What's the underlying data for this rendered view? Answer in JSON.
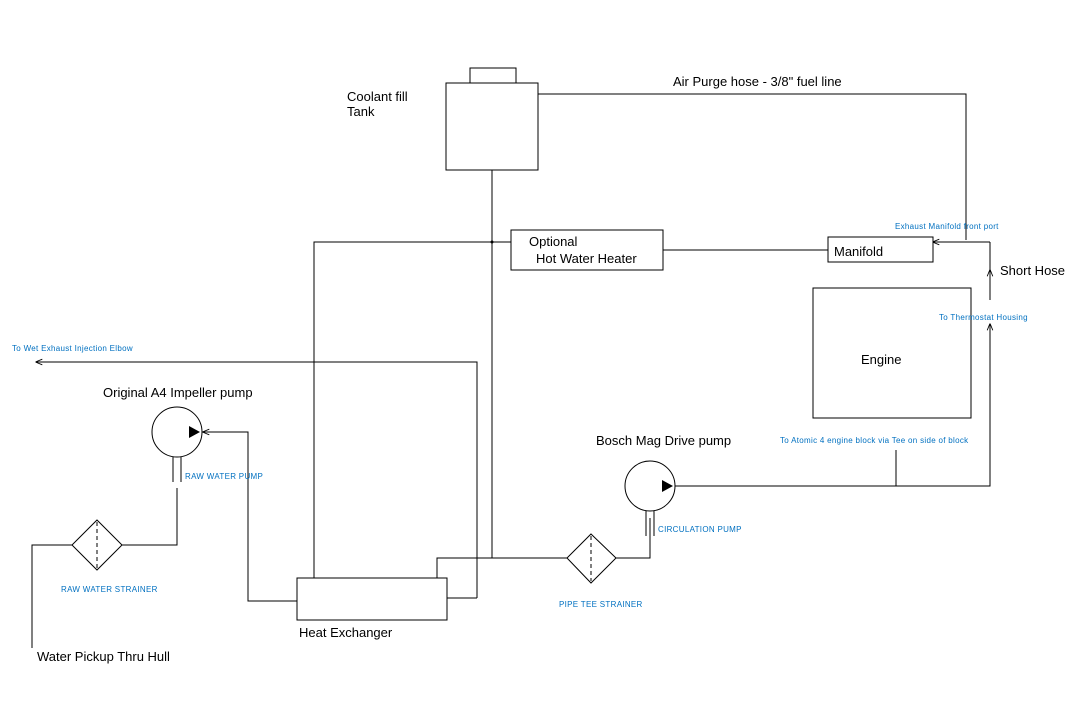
{
  "components": {
    "coolant_tank": [
      "Coolant fill",
      "Tank"
    ],
    "hot_water_heater": [
      "Optional",
      "Hot Water Heater"
    ],
    "manifold": "Manifold",
    "engine": "Engine",
    "heat_exchanger": "Heat Exchanger",
    "impeller_pump": "Original A4 Impeller pump",
    "bosch_pump": "Bosch Mag Drive pump",
    "water_pickup": "Water Pickup Thru Hull",
    "short_hose": "Short Hose",
    "air_purge": "Air Purge hose - 3/8\" fuel line"
  },
  "notes": {
    "raw_water_pump": "RAW WATER PUMP",
    "raw_water_strainer": "RAW WATER STRAINER",
    "circulation_pump": "CIRCULATION PUMP",
    "pipe_tee_strainer": "PIPE TEE STRAINER",
    "wet_exhaust": "To  Wet  Exhaust  Injection  Elbow",
    "exhaust_manifold_port": "Exhaust  Manifold  front  port",
    "thermostat_housing": "To  Thermostat  Housing",
    "engine_block": "To  Atomic  4  engine  block  via  Tee  on  side  of  block"
  },
  "colors": {
    "line": "#000000",
    "note": "#0070c0",
    "background": "#ffffff"
  }
}
